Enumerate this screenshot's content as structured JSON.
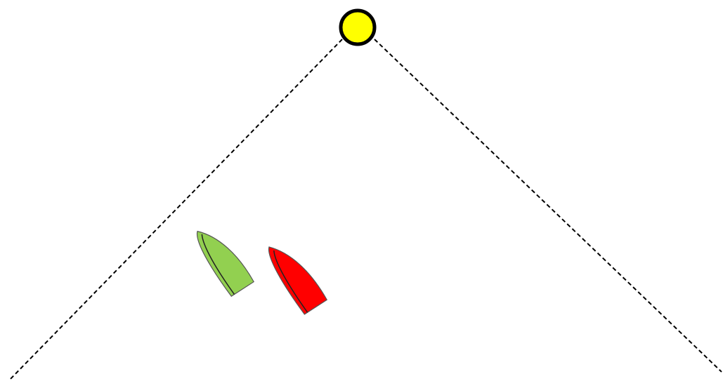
{
  "diagram": {
    "mark": {
      "label": "",
      "color": "#ffff00",
      "outline": "#000000"
    },
    "laylines": {
      "style": "dashed",
      "color": "#000000"
    },
    "boats": [
      {
        "id": "green-boat",
        "color": "#92d050"
      },
      {
        "id": "red-boat",
        "color": "#ff0000"
      }
    ]
  }
}
